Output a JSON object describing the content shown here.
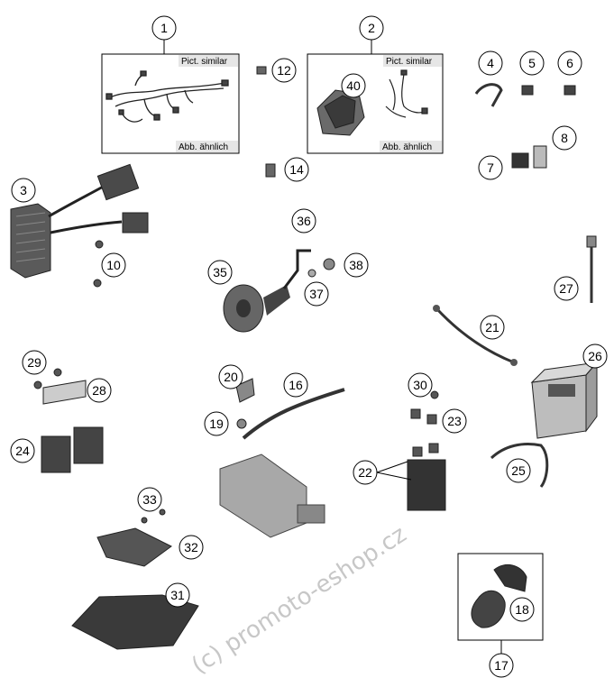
{
  "watermark": "(c) promoto-eshop.cz",
  "boxes": {
    "harness_a": {
      "top_label": "Pict. similar",
      "bottom_label": "Abb. ähnlich"
    },
    "harness_b": {
      "top_label": "Pict. similar",
      "bottom_label": "Abb. ähnlich"
    }
  },
  "callouts": [
    "1",
    "2",
    "3",
    "4",
    "5",
    "6",
    "7",
    "8",
    "10",
    "12",
    "14",
    "16",
    "17",
    "18",
    "19",
    "20",
    "21",
    "22",
    "23",
    "24",
    "25",
    "26",
    "27",
    "28",
    "29",
    "30",
    "31",
    "32",
    "33",
    "35",
    "36",
    "37",
    "38",
    "40"
  ]
}
